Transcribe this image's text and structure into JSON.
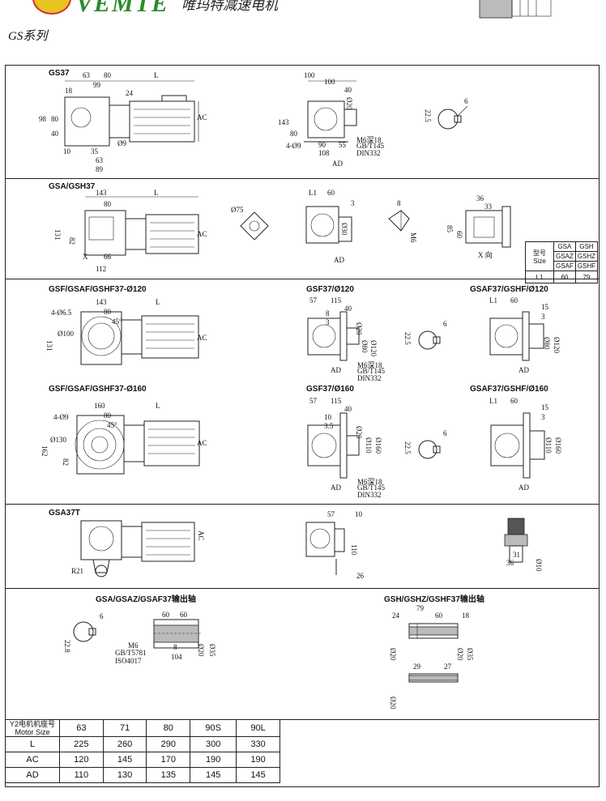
{
  "header": {
    "brand": "VEMTE",
    "brand_cn": "唯玛特减速电机",
    "series": "GS系列"
  },
  "sections": {
    "s1": {
      "title": "GS37",
      "dims": [
        "63",
        "80",
        "L",
        "99",
        "18",
        "24",
        "98",
        "80",
        "40",
        "10",
        "35",
        "63",
        "89",
        "AC",
        "Ø9",
        "100",
        "100",
        "40",
        "Ø20",
        "143",
        "80",
        "4-Ø9",
        "90",
        "55",
        "108",
        "AD",
        "M6深18",
        "GB/T145",
        "DIN332",
        "6",
        "22.5"
      ]
    },
    "s2": {
      "title": "GSA/GSH37",
      "dims": [
        "143",
        "80",
        "L",
        "131",
        "82",
        "X",
        "66",
        "112",
        "AC",
        "Ø75",
        "L1",
        "60",
        "3",
        "Ø30",
        "AD",
        "8",
        "M6",
        "36",
        "33",
        "85",
        "60",
        "X 向"
      ]
    },
    "s3a": {
      "title": "GSF/GSAF/GSHF37-Ø120",
      "dims": [
        "143",
        "80",
        "L",
        "4-Ø6.5",
        "Ø100",
        "131",
        "45°",
        "AC"
      ]
    },
    "s3b": {
      "title": "GSF37/Ø120",
      "dims": [
        "57",
        "115",
        "40",
        "8",
        "3",
        "Ø20",
        "Ø80",
        "Ø120",
        "AD",
        "M6深18",
        "GB/T145",
        "DIN332",
        "6",
        "22.5"
      ]
    },
    "s3c": {
      "title": "GSAF37/GSHF/Ø120",
      "dims": [
        "L1",
        "60",
        "15",
        "3",
        "Ø80",
        "Ø120",
        "AD"
      ]
    },
    "s4a": {
      "title": "GSF/GSAF/GSHF37-Ø160",
      "dims": [
        "160",
        "80",
        "L",
        "4-Ø9",
        "Ø130",
        "162",
        "82",
        "45°",
        "AC"
      ]
    },
    "s4b": {
      "title": "GSF37/Ø160",
      "dims": [
        "57",
        "115",
        "40",
        "10",
        "3.5",
        "Ø20",
        "Ø110",
        "Ø160",
        "AD",
        "M6深18",
        "GB/T145",
        "DIN332",
        "6",
        "22.5"
      ]
    },
    "s4c": {
      "title": "GSAF37/GSHF/Ø160",
      "dims": [
        "L1",
        "60",
        "15",
        "3",
        "Ø110",
        "Ø160",
        "AD"
      ]
    },
    "s5": {
      "title": "GSA37T",
      "dims": [
        "R21",
        "AC",
        "57",
        "10",
        "110",
        "26",
        "31",
        "36",
        "Ø10"
      ]
    },
    "s6a": {
      "title": "GSA/GSAZ/GSAF37输出轴",
      "dims": [
        "6",
        "22.8",
        "60",
        "60",
        "8",
        "104",
        "Ø20",
        "Ø35",
        "M6",
        "GB/T5781",
        "ISO4017"
      ]
    },
    "s6b": {
      "title": "GSH/GSHZ/GSHF37输出轴",
      "dims": [
        "24",
        "79",
        "60",
        "18",
        "Ø20",
        "Ø20",
        "Ø35",
        "29",
        "27",
        "Ø20"
      ]
    }
  },
  "size_table": {
    "headers": [
      "型号 Size",
      "GSA",
      "GSH"
    ],
    "rows": [
      [
        "GSAZ",
        "GSHZ"
      ],
      [
        "GSAF",
        "GSHF"
      ]
    ],
    "l1": {
      "label": "L1",
      "values": [
        "60",
        "79"
      ]
    }
  },
  "motor_table": {
    "header": {
      "label": "Y2电机机座号",
      "label2": "Motor Size",
      "values": [
        "63",
        "71",
        "80",
        "90S",
        "90L"
      ]
    },
    "rows": [
      {
        "label": "L",
        "values": [
          "225",
          "260",
          "290",
          "300",
          "330"
        ]
      },
      {
        "label": "AC",
        "values": [
          "120",
          "145",
          "170",
          "190",
          "190"
        ]
      },
      {
        "label": "AD",
        "values": [
          "110",
          "130",
          "135",
          "145",
          "145"
        ]
      }
    ]
  }
}
